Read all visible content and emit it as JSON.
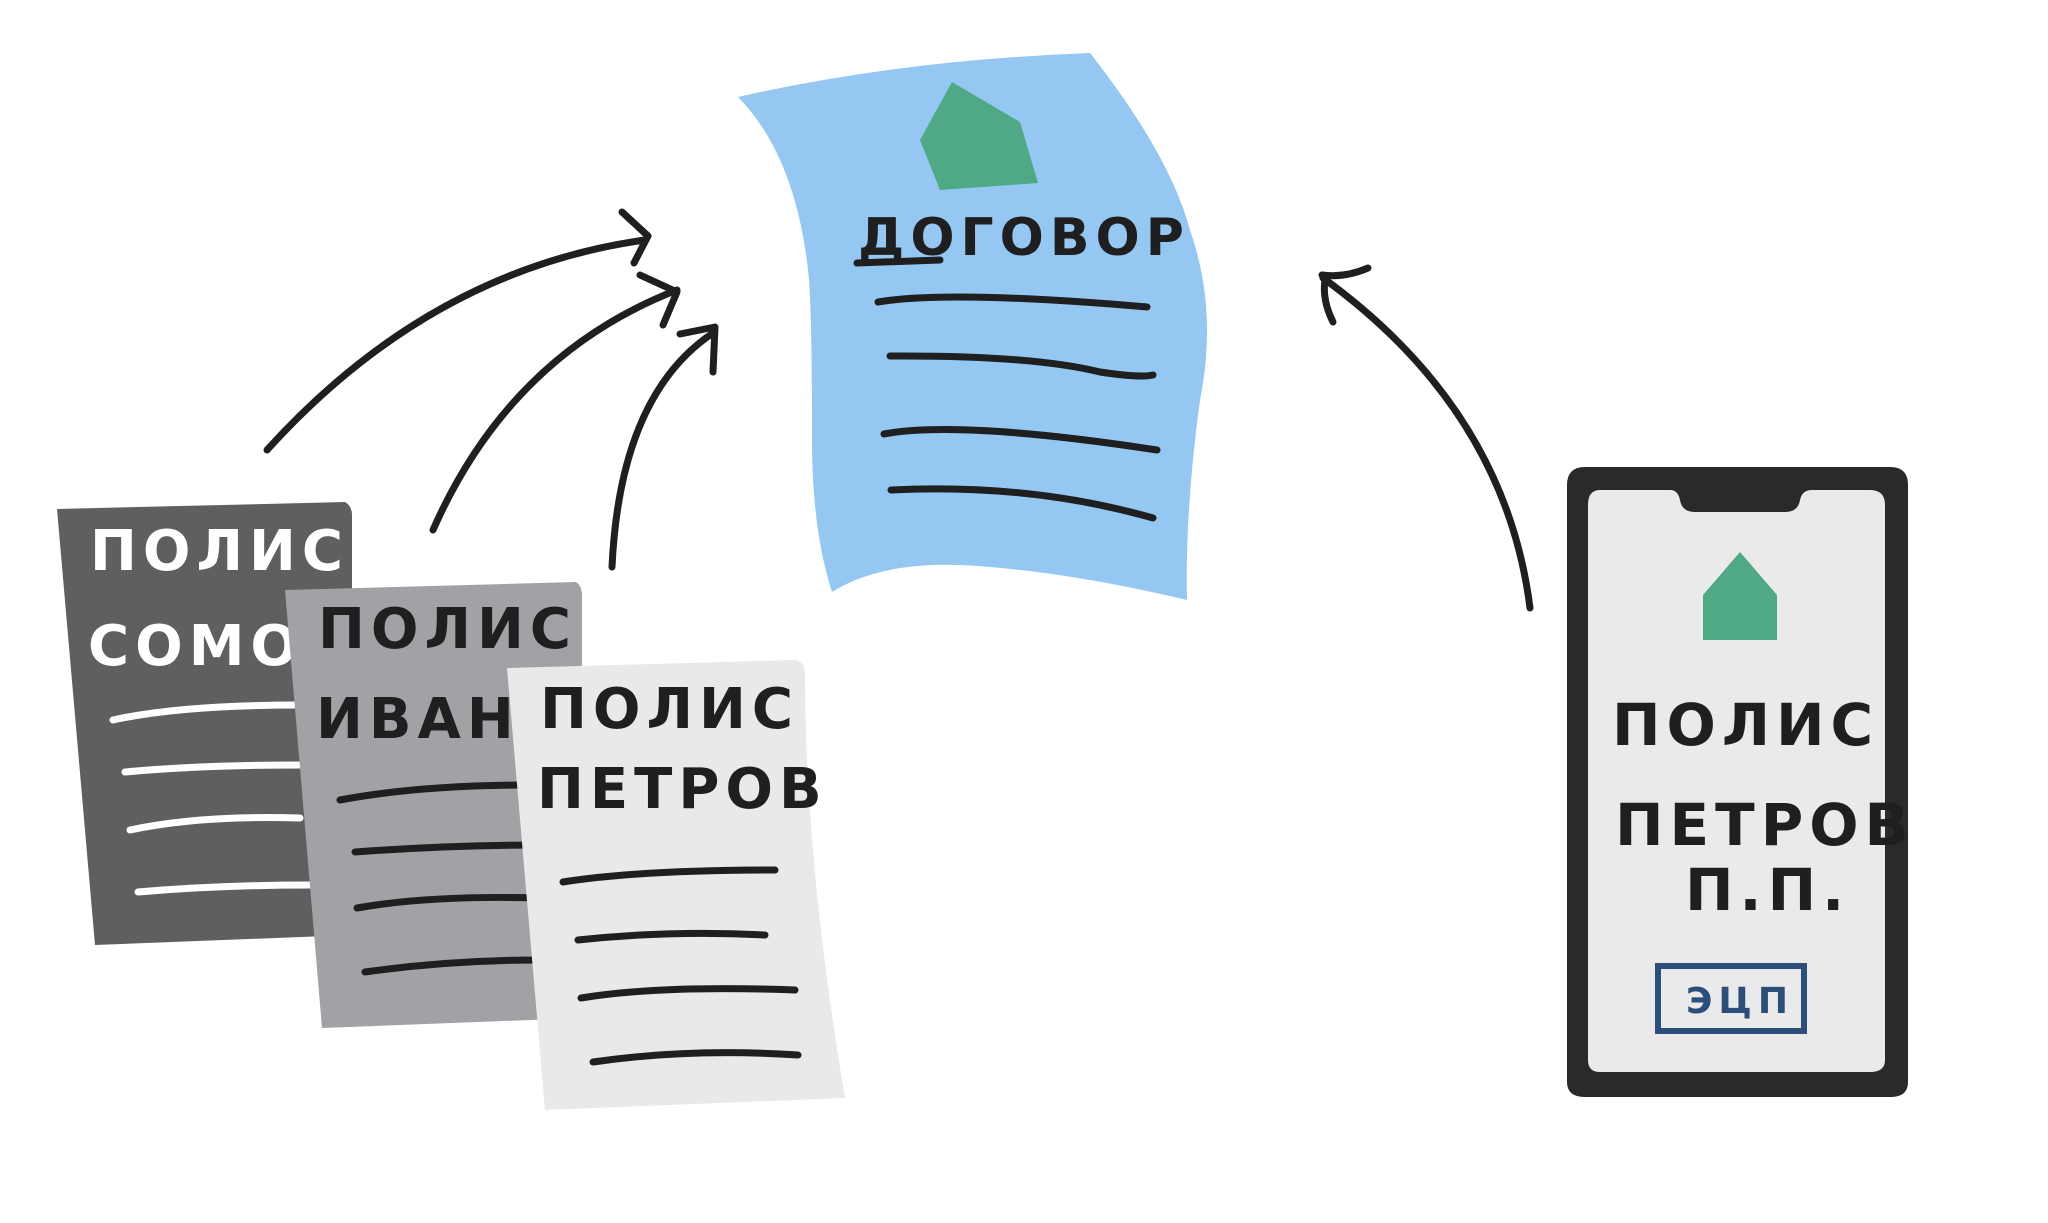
{
  "contract": {
    "title": "ДОГОВОР",
    "color": "#94c8f2",
    "logo_icon": "house-icon"
  },
  "paper_policies": [
    {
      "line1": "ПОЛИС",
      "line2": "СОМОВ",
      "color": "#5f5f5f"
    },
    {
      "line1": "ПОЛИС",
      "line2": "ИВАНОВ",
      "color": "#a2a2a6"
    },
    {
      "line1": "ПОЛИС",
      "line2": "ПЕТРОВ",
      "color": "#e9e9e9"
    }
  ],
  "phone_policy": {
    "line1": "ПОЛИС",
    "line2": "ПЕТРОВ",
    "line3": "П.П.",
    "signature_badge": "ЭЦП",
    "logo_icon": "house-icon",
    "screen_color": "#eaeaea"
  },
  "colors": {
    "logo_green": "#4fa984",
    "ink": "#1f1f1f",
    "badge_blue": "#2b4f7a"
  }
}
